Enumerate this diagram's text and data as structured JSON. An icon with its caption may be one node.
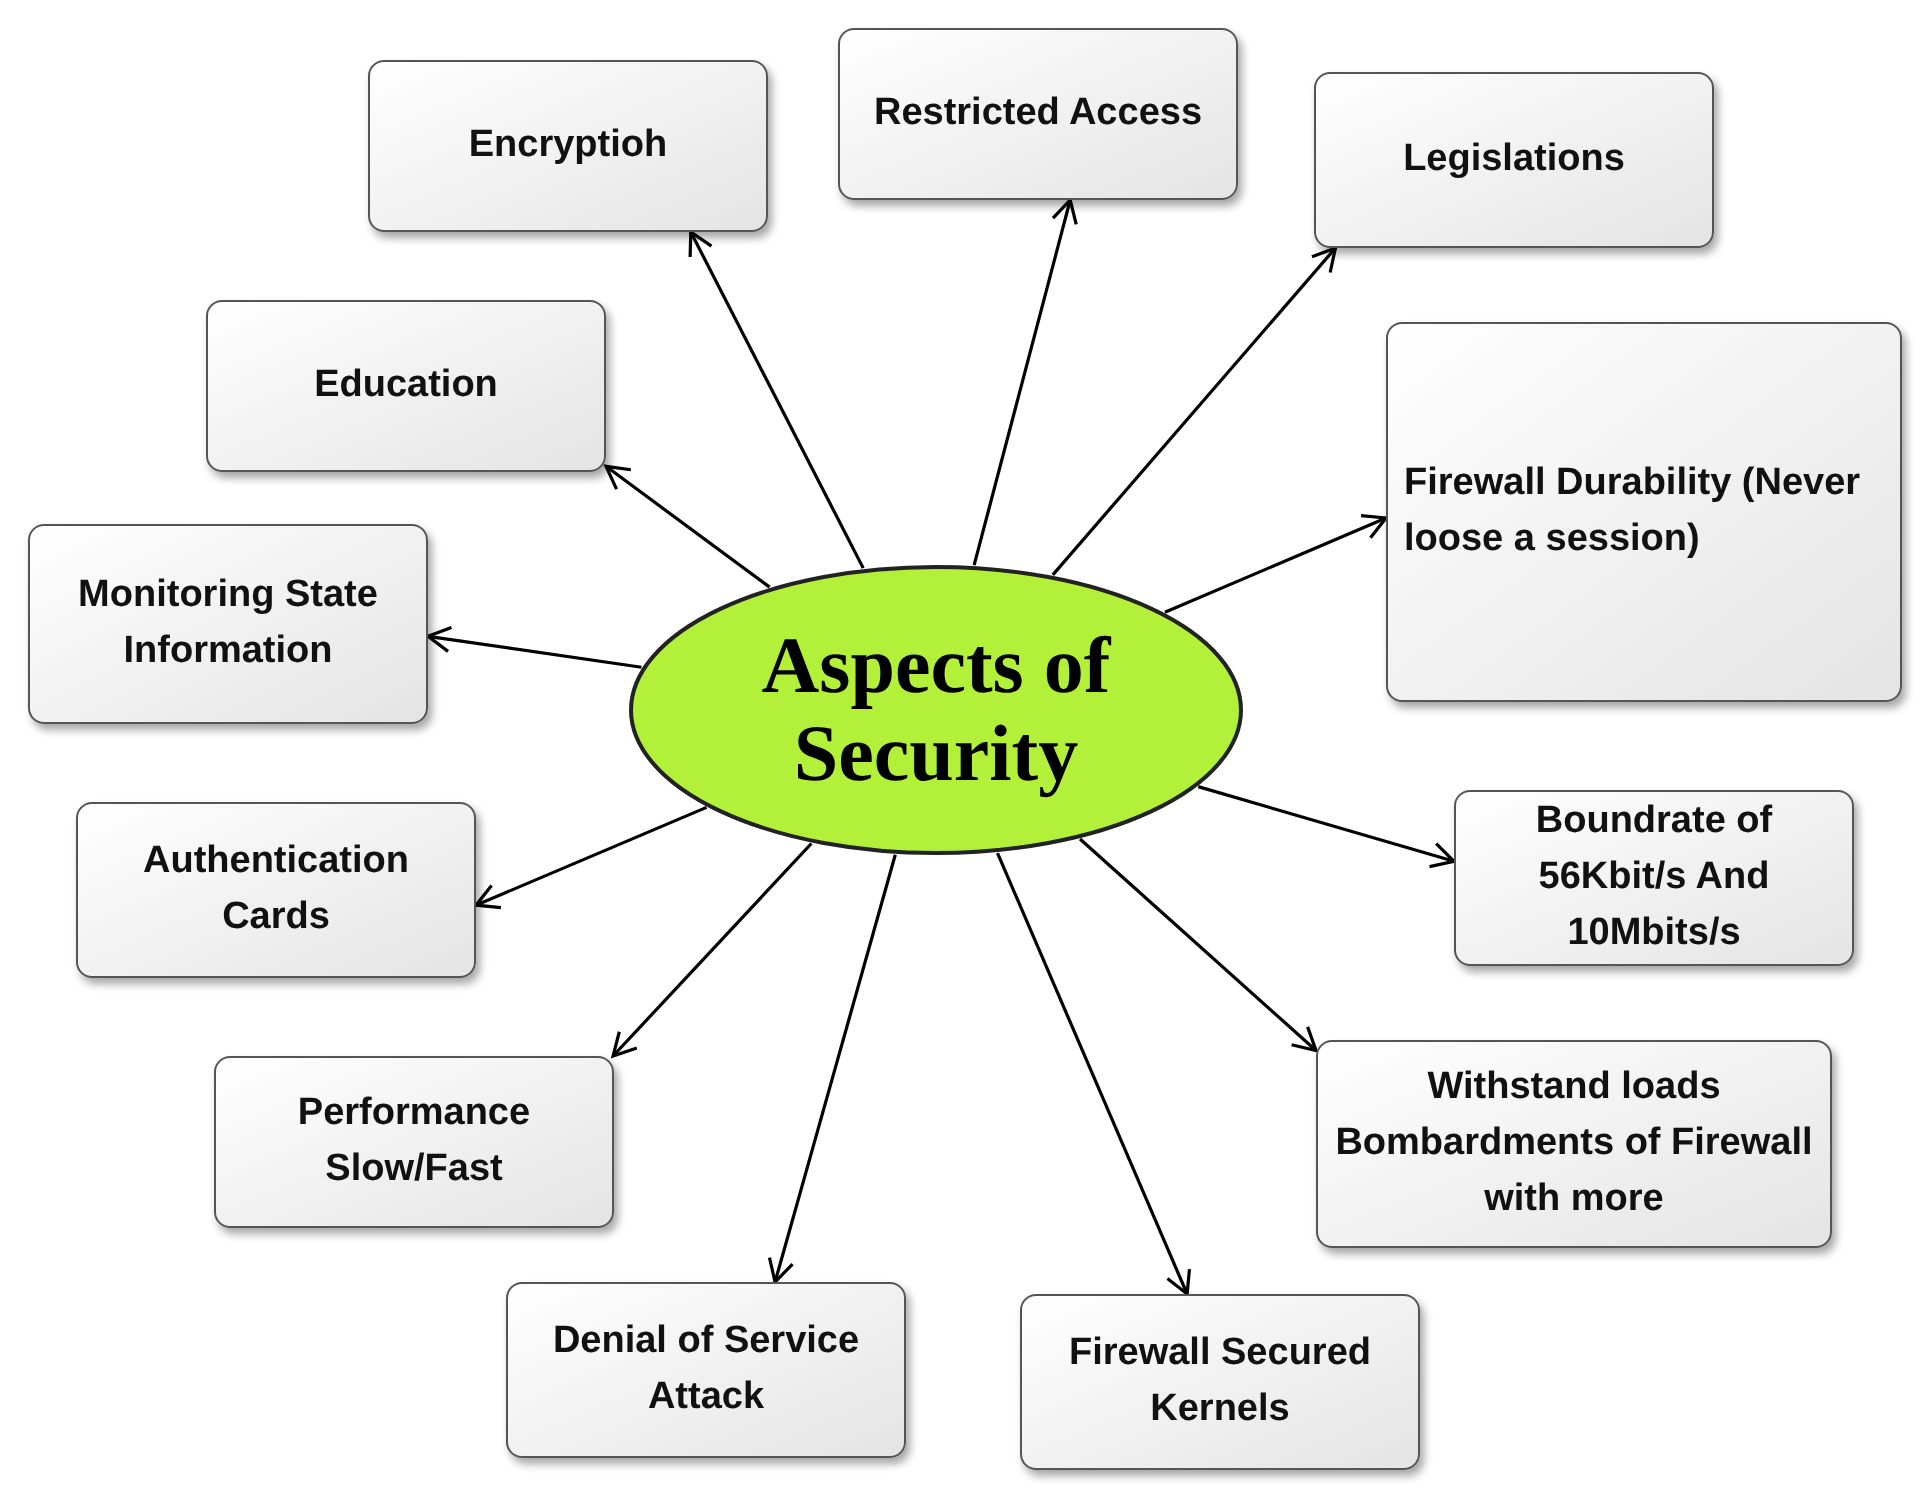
{
  "diagram": {
    "nodes": [
      {
        "text": [
          "Aspects of Security"
        ]
      },
      {
        "text": [
          "Encryptioh"
        ]
      },
      {
        "text": [
          "Restricted Access"
        ]
      },
      {
        "text": [
          "Legislations"
        ]
      },
      {
        "text": [
          "Education"
        ]
      },
      {
        "text": [
          "Firewall Durability (Never loose a session)"
        ]
      },
      {
        "text": [
          "Monitoring State Information"
        ]
      },
      {
        "text": [
          "Boundrate of 56Kbit/s And 10Mbits/s"
        ]
      },
      {
        "text": [
          "Authentication Cards"
        ]
      },
      {
        "text": [
          "Withstand loads Bombardments of Firewall with more"
        ]
      },
      {
        "text": [
          "Performance Slow/Fast"
        ]
      },
      {
        "text": [
          "Firewall Secured Kernels"
        ]
      },
      {
        "text": [
          "Denial of Service Attack"
        ]
      }
    ],
    "edges": [
      {
        "from": 0,
        "to": 1,
        "arrow": "to"
      },
      {
        "from": 0,
        "to": 2,
        "arrow": "to"
      },
      {
        "from": 0,
        "to": 3,
        "arrow": "to"
      },
      {
        "from": 0,
        "to": 4,
        "arrow": "to"
      },
      {
        "from": 0,
        "to": 5,
        "arrow": "to"
      },
      {
        "from": 0,
        "to": 6,
        "arrow": "to"
      },
      {
        "from": 0,
        "to": 7,
        "arrow": "to"
      },
      {
        "from": 0,
        "to": 8,
        "arrow": "to"
      },
      {
        "from": 0,
        "to": 9,
        "arrow": "to"
      },
      {
        "from": 0,
        "to": 10,
        "arrow": "to"
      },
      {
        "from": 0,
        "to": 11,
        "arrow": "to"
      },
      {
        "from": 0,
        "to": 12,
        "arrow": "to"
      }
    ]
  }
}
